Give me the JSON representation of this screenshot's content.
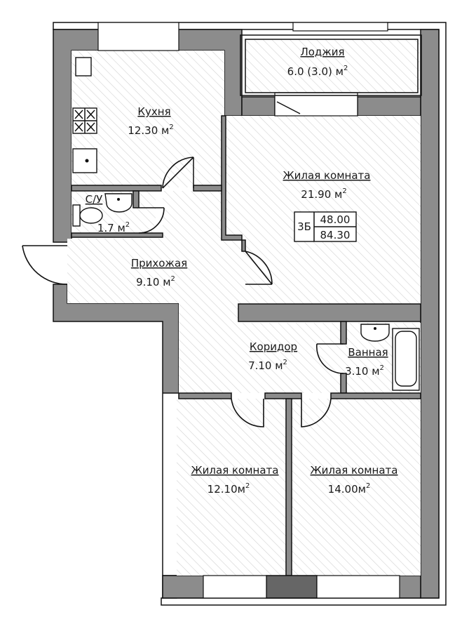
{
  "rooms": {
    "loggia": {
      "name": "Лоджия",
      "area": "6.0 (3.0) м"
    },
    "kitchen": {
      "name": "Кухня",
      "area": "12.30 м"
    },
    "living_big": {
      "name": "Жилая комната",
      "area": "21.90 м"
    },
    "wc": {
      "name": "С/У",
      "area": "1.7 м"
    },
    "hallway": {
      "name": "Прихожая",
      "area": "9.10 м"
    },
    "corridor": {
      "name": "Коридор",
      "area": "7.10 м"
    },
    "bathroom": {
      "name": "Ванная",
      "area": "3.10 м"
    },
    "living_left": {
      "name": "Жилая комната",
      "area": "12.10м"
    },
    "living_right": {
      "name": "Жилая комната",
      "area": "14.00м"
    }
  },
  "summary": {
    "rooms_label": "3Б",
    "living_area": "48.00",
    "total_area": "84.30"
  },
  "units": {
    "sup": "2"
  },
  "colors": {
    "wall": "#8c8c8c",
    "hatch": "#cfcfcf",
    "line": "#111111"
  }
}
